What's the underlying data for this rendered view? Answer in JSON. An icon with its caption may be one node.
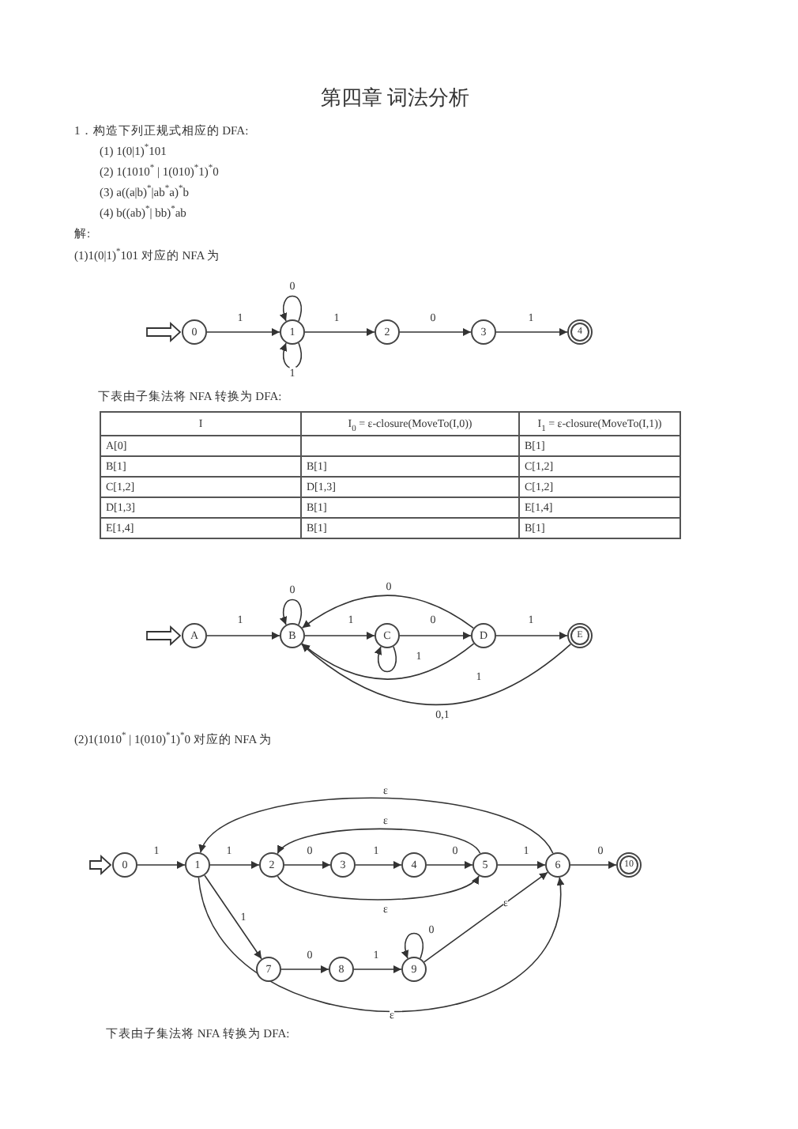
{
  "diagram": {
    "title": "第四章 词法分析",
    "nodes": [
      {
        "text": [
          "0"
        ]
      },
      {
        "text": [
          "1"
        ]
      },
      {
        "text": [
          "2"
        ]
      },
      {
        "text": [
          "3"
        ]
      },
      {
        "text": [
          "4"
        ]
      },
      {
        "text": [
          "A"
        ]
      },
      {
        "text": [
          "B"
        ]
      },
      {
        "text": [
          "C"
        ]
      },
      {
        "text": [
          "D"
        ]
      },
      {
        "text": [
          "E"
        ]
      },
      {
        "text": [
          "0"
        ]
      },
      {
        "text": [
          "1"
        ]
      },
      {
        "text": [
          "2"
        ]
      },
      {
        "text": [
          "3"
        ]
      },
      {
        "text": [
          "4"
        ]
      },
      {
        "text": [
          "5"
        ]
      },
      {
        "text": [
          "6"
        ]
      },
      {
        "text": [
          "10"
        ]
      },
      {
        "text": [
          "7"
        ]
      },
      {
        "text": [
          "8"
        ]
      },
      {
        "text": [
          "9"
        ]
      }
    ],
    "edges": [
      {
        "from": null,
        "to": 0,
        "arrow": "to"
      },
      {
        "from": 0,
        "to": 1,
        "arrow": "to",
        "label": "1"
      },
      {
        "from": 1,
        "to": 1,
        "arrow": "to",
        "label": "0"
      },
      {
        "from": 1,
        "to": 1,
        "arrow": "to",
        "label": "1"
      },
      {
        "from": 1,
        "to": 2,
        "arrow": "to",
        "label": "1"
      },
      {
        "from": 2,
        "to": 3,
        "arrow": "to",
        "label": "0"
      },
      {
        "from": 3,
        "to": 4,
        "arrow": "to",
        "label": "1"
      },
      {
        "from": null,
        "to": 5,
        "arrow": "to"
      },
      {
        "from": 5,
        "to": 6,
        "arrow": "to",
        "label": "1"
      },
      {
        "from": 6,
        "to": 6,
        "arrow": "to",
        "label": "0"
      },
      {
        "from": 6,
        "to": 7,
        "arrow": "to",
        "label": "1"
      },
      {
        "from": 7,
        "to": 7,
        "arrow": "to",
        "label": "1"
      },
      {
        "from": 7,
        "to": 8,
        "arrow": "to",
        "label": "0"
      },
      {
        "from": 8,
        "to": 6,
        "arrow": "to",
        "label": "0"
      },
      {
        "from": 8,
        "to": 9,
        "arrow": "to",
        "label": "1"
      },
      {
        "from": 8,
        "to": 6,
        "arrow": "to",
        "label": "1"
      },
      {
        "from": 9,
        "to": 6,
        "arrow": "to",
        "label": "0,1"
      },
      {
        "from": null,
        "to": 10,
        "arrow": "to"
      },
      {
        "from": 10,
        "to": 11,
        "arrow": "to",
        "label": "1"
      },
      {
        "from": 11,
        "to": 12,
        "arrow": "to",
        "label": "1"
      },
      {
        "from": 12,
        "to": 13,
        "arrow": "to",
        "label": "0"
      },
      {
        "from": 13,
        "to": 14,
        "arrow": "to",
        "label": "1"
      },
      {
        "from": 14,
        "to": 15,
        "arrow": "to",
        "label": "0"
      },
      {
        "from": 15,
        "to": 16,
        "arrow": "to",
        "label": "1"
      },
      {
        "from": 16,
        "to": 17,
        "arrow": "to",
        "label": "0"
      },
      {
        "from": 16,
        "to": 11,
        "arrow": "to",
        "label": "ε"
      },
      {
        "from": 15,
        "to": 12,
        "arrow": "to",
        "label": "ε"
      },
      {
        "from": 12,
        "to": 15,
        "arrow": "to",
        "label": "ε"
      },
      {
        "from": 11,
        "to": 18,
        "arrow": "to",
        "label": "1"
      },
      {
        "from": 18,
        "to": 19,
        "arrow": "to",
        "label": "0"
      },
      {
        "from": 19,
        "to": 20,
        "arrow": "to",
        "label": "1"
      },
      {
        "from": 20,
        "to": 20,
        "arrow": "to",
        "label": "0"
      },
      {
        "from": 20,
        "to": 16,
        "arrow": "to",
        "label": "ε"
      },
      {
        "from": 11,
        "to": 16,
        "arrow": "to",
        "label": "ε"
      }
    ],
    "labels": [
      "1．构造下列正规式相应的 DFA:",
      "(1) 1(0|1)$^{*}$101",
      "(2) 1(1010$^{*}$ | 1(010)$^{*}$1)$^{*}$0",
      "(3) a((a|b)$^{*}$|ab$^{*}$a)$^{*}$b",
      "(4) b((ab)$^{*}$| bb)$^{*}$ab",
      "解:",
      "(1)1(0|1)$^{*}$101 对应的 NFA 为",
      "下表由子集法将 NFA 转换为 DFA:",
      "I",
      "I$_{0}$ = ε-closure(MoveTo(I,0))",
      "I$_{1}$ = ε-closure(MoveTo(I,1))",
      "A[0]",
      "B[1]",
      "B[1]",
      "B[1]",
      "C[1,2]",
      "C[1,2]",
      "D[1,3]",
      "C[1,2]",
      "D[1,3]",
      "B[1]",
      "E[1,4]",
      "E[1,4]",
      "B[1]",
      "B[1]",
      "(2)1(1010$^{*}$ | 1(010)$^{*}$1)$^{*}$0 对应的 NFA 为",
      "下表由子集法将 NFA 转换为 DFA:"
    ]
  }
}
